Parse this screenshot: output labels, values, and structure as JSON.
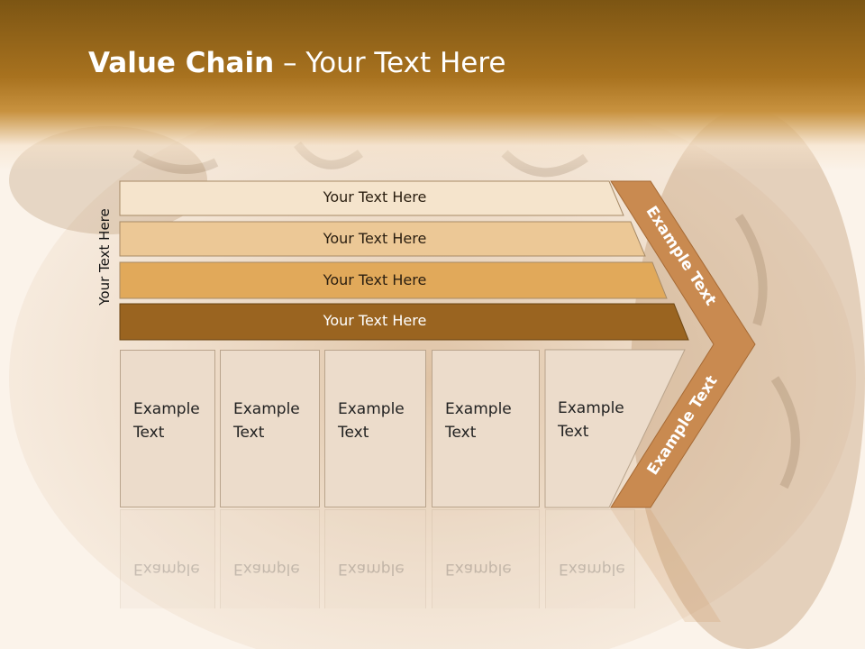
{
  "header": {
    "title_bold": "Value Chain",
    "title_rest": " – Your Text Here"
  },
  "side_label": "Your Text Here",
  "rows": [
    {
      "label": "Your Text Here",
      "color": "#f5e4cc"
    },
    {
      "label": "Your Text Here",
      "color": "#ecc896"
    },
    {
      "label": "Your Text Here",
      "color": "#e1a95a"
    },
    {
      "label": "Your Text Here",
      "color": "#9a6420"
    }
  ],
  "boxes": [
    {
      "line1": "Example",
      "line2": "Text"
    },
    {
      "line1": "Example",
      "line2": "Text"
    },
    {
      "line1": "Example",
      "line2": "Text"
    },
    {
      "line1": "Example",
      "line2": "Text"
    },
    {
      "line1": "Example",
      "line2": "Text"
    }
  ],
  "chevron": {
    "top_label": "Example Text",
    "bottom_label": "Example Text",
    "color": "#c98a50"
  }
}
